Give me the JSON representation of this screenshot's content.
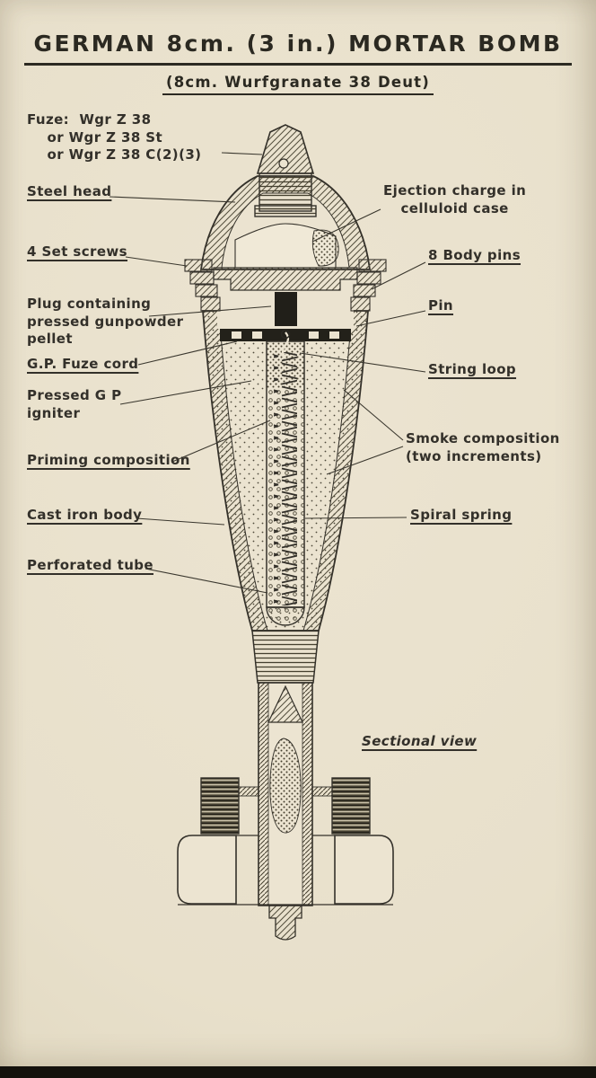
{
  "page": {
    "title": "GERMAN 8cm. (3 in.) MORTAR BOMB",
    "subtitle": "(8cm. Wurfgranate 38 Deut)"
  },
  "labels": {
    "fuze": "Fuze:  Wgr Z 38\n    or Wgr Z 38 St\n    or Wgr Z 38 C(2)(3)",
    "steel_head": "Steel head",
    "ejection_charge": "Ejection charge in\ncelluloid case",
    "set_screws": "4 Set screws",
    "body_pins": "8 Body pins",
    "plug": "Plug containing\npressed gunpowder\npellet",
    "pin": "Pin",
    "fuze_cord": "G.P. Fuze cord",
    "string_loop": "String loop",
    "igniter": "Pressed G P\nigniter",
    "smoke": "Smoke composition\n(two increments)",
    "priming": "Priming composition",
    "cast_iron_body": "Cast iron body",
    "spiral_spring": "Spiral spring",
    "perforated_tube": "Perforated tube",
    "sectional_view": "Sectional view"
  },
  "colors": {
    "paper": "#e8e0cb",
    "ink": "#2f2d26",
    "drawing_line": "#34312a"
  }
}
